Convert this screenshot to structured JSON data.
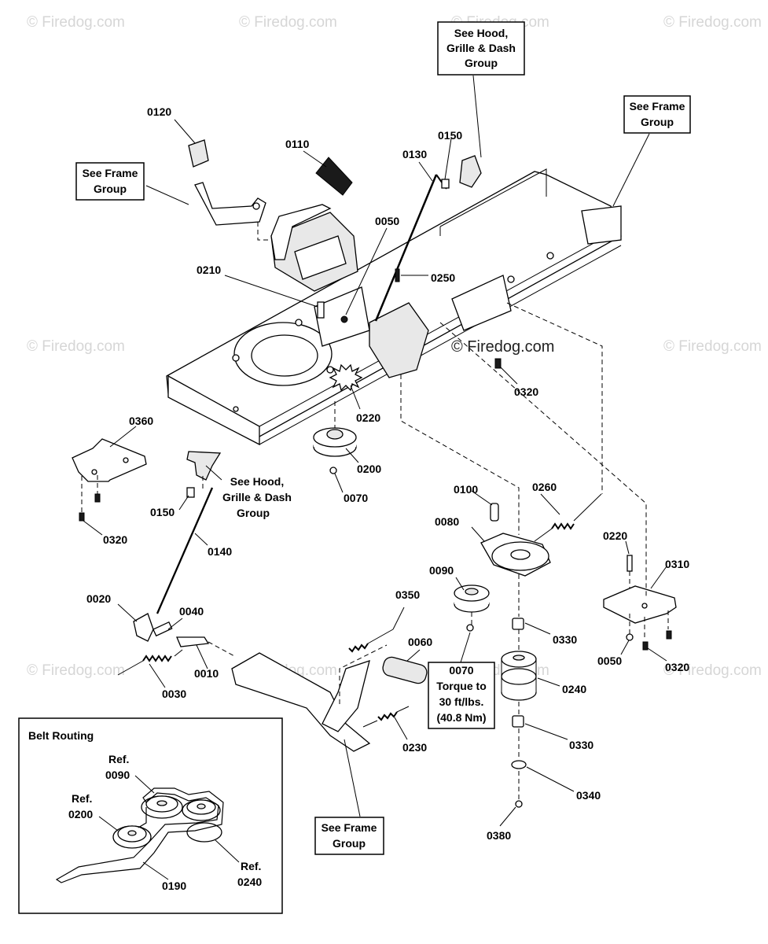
{
  "watermarks": {
    "corner_text": "© Firedog.com",
    "center_text": "© Firedog.com"
  },
  "reference_boxes": {
    "hood_top": [
      "See Hood,",
      "Grille & Dash",
      "Group"
    ],
    "frame_top_right": [
      "See Frame",
      "Group"
    ],
    "frame_left": [
      "See Frame",
      "Group"
    ],
    "hood_mid": [
      "See Hood,",
      "Grille & Dash",
      "Group"
    ],
    "frame_bottom": [
      "See Frame",
      "Group"
    ],
    "torque": [
      "Torque to",
      "30 ft/lbs.",
      "(40.8 Nm)"
    ]
  },
  "inset": {
    "title": "Belt Routing",
    "ref_090": [
      "Ref.",
      "0090"
    ],
    "ref_200": [
      "Ref.",
      "0200"
    ],
    "ref_240": [
      "Ref.",
      "0240"
    ],
    "label_190": "0190"
  },
  "part_labels": {
    "p0120": "0120",
    "p0110": "0110",
    "p0150_top": "0150",
    "p0130": "0130",
    "p0050_top": "0050",
    "p0250": "0250",
    "p0210": "0210",
    "p0220_top": "0220",
    "p0320_top": "0320",
    "p0360": "0360",
    "p0200": "0200",
    "p0070_top": "0070",
    "p0150_mid": "0150",
    "p0320_left": "0320",
    "p0140": "0140",
    "p0100": "0100",
    "p0260": "0260",
    "p0080": "0080",
    "p0220_right": "0220",
    "p0310": "0310",
    "p0020": "0020",
    "p0040": "0040",
    "p0090": "0090",
    "p0350": "0350",
    "p0330_top": "0330",
    "p0050_right": "0050",
    "p0320_right": "0320",
    "p0060": "0060",
    "p0070_torque": "0070",
    "p0010": "0010",
    "p0030": "0030",
    "p0240": "0240",
    "p0230": "0230",
    "p0330_bottom": "0330",
    "p0340": "0340",
    "p0380": "0380"
  }
}
